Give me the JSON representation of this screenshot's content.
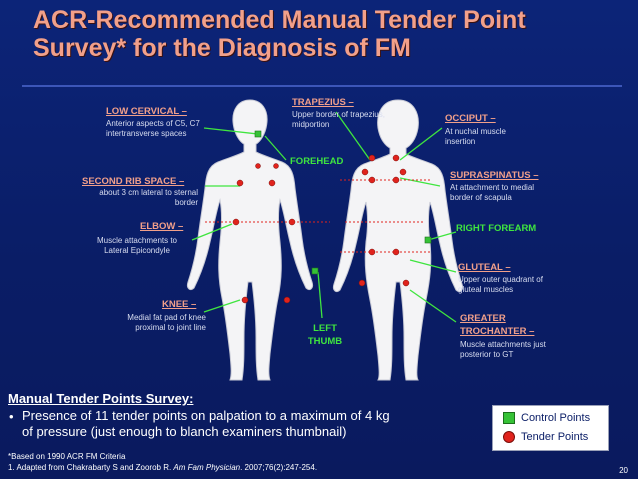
{
  "title_line1": "ACR-Recommended Manual Tender Point",
  "title_line2": "Survey* for the Diagnosis of FM",
  "labels": {
    "low_cervical": {
      "name": "LOW CERVICAL –",
      "desc1": "Anterior aspects of C5, C7",
      "desc2": "intertransverse spaces"
    },
    "trapezius": {
      "name": "TRAPEZIUS –",
      "desc1": "Upper border of trapezius,",
      "desc2": "midportion"
    },
    "occiput": {
      "name": "OCCIPUT –",
      "desc1": "At nuchal muscle",
      "desc2": "insertion"
    },
    "forehead": {
      "name": "FOREHEAD"
    },
    "second_rib": {
      "name": "SECOND RIB SPACE –",
      "desc1": "about 3 cm lateral to sternal",
      "desc2": "border"
    },
    "supraspinatus": {
      "name": "SUPRASPINATUS –",
      "desc1": "At attachment to medial",
      "desc2": "border of scapula"
    },
    "elbow": {
      "name": "ELBOW –",
      "desc1": "Muscle attachments to",
      "desc2": "Lateral Epicondyle"
    },
    "right_forearm": {
      "name": "RIGHT FOREARM"
    },
    "gluteal": {
      "name": "GLUTEAL –",
      "desc1": "Upper outer quadrant of",
      "desc2": "gluteal muscles"
    },
    "knee": {
      "name": "KNEE –",
      "desc1": "Medial fat pad of knee",
      "desc2": "proximal to joint line"
    },
    "left_thumb": {
      "name1": "LEFT",
      "name2": "THUMB"
    },
    "greater_trochanter": {
      "name1": "GREATER",
      "name2": "TROCHANTER –",
      "desc1": "Muscle attachments just",
      "desc2": "posterior to GT"
    }
  },
  "survey": {
    "heading": "Manual Tender Points Survey:",
    "bullet_line1": "Presence of 11 tender points on palpation to a maximum of 4 kg",
    "bullet_line2": "of pressure (just enough to blanch examiners thumbnail)"
  },
  "legend": {
    "control": "Control Points",
    "tender": "Tender Points"
  },
  "footnote1": "*Based on 1990 ACR FM Criteria",
  "footnote2_prefix": "1. Adapted from Chakrabarty S and Zoorob R. ",
  "footnote2_journal": "Am Fam Physician",
  "footnote2_suffix": ". 2007;76(2):247-254.",
  "page_number": "20",
  "colors": {
    "background": "#0a1f6b",
    "title": "#f2a08a",
    "label": "#f2a08a",
    "control": "#36c236",
    "tender": "#e0231d",
    "leader": "#3fe53f"
  }
}
